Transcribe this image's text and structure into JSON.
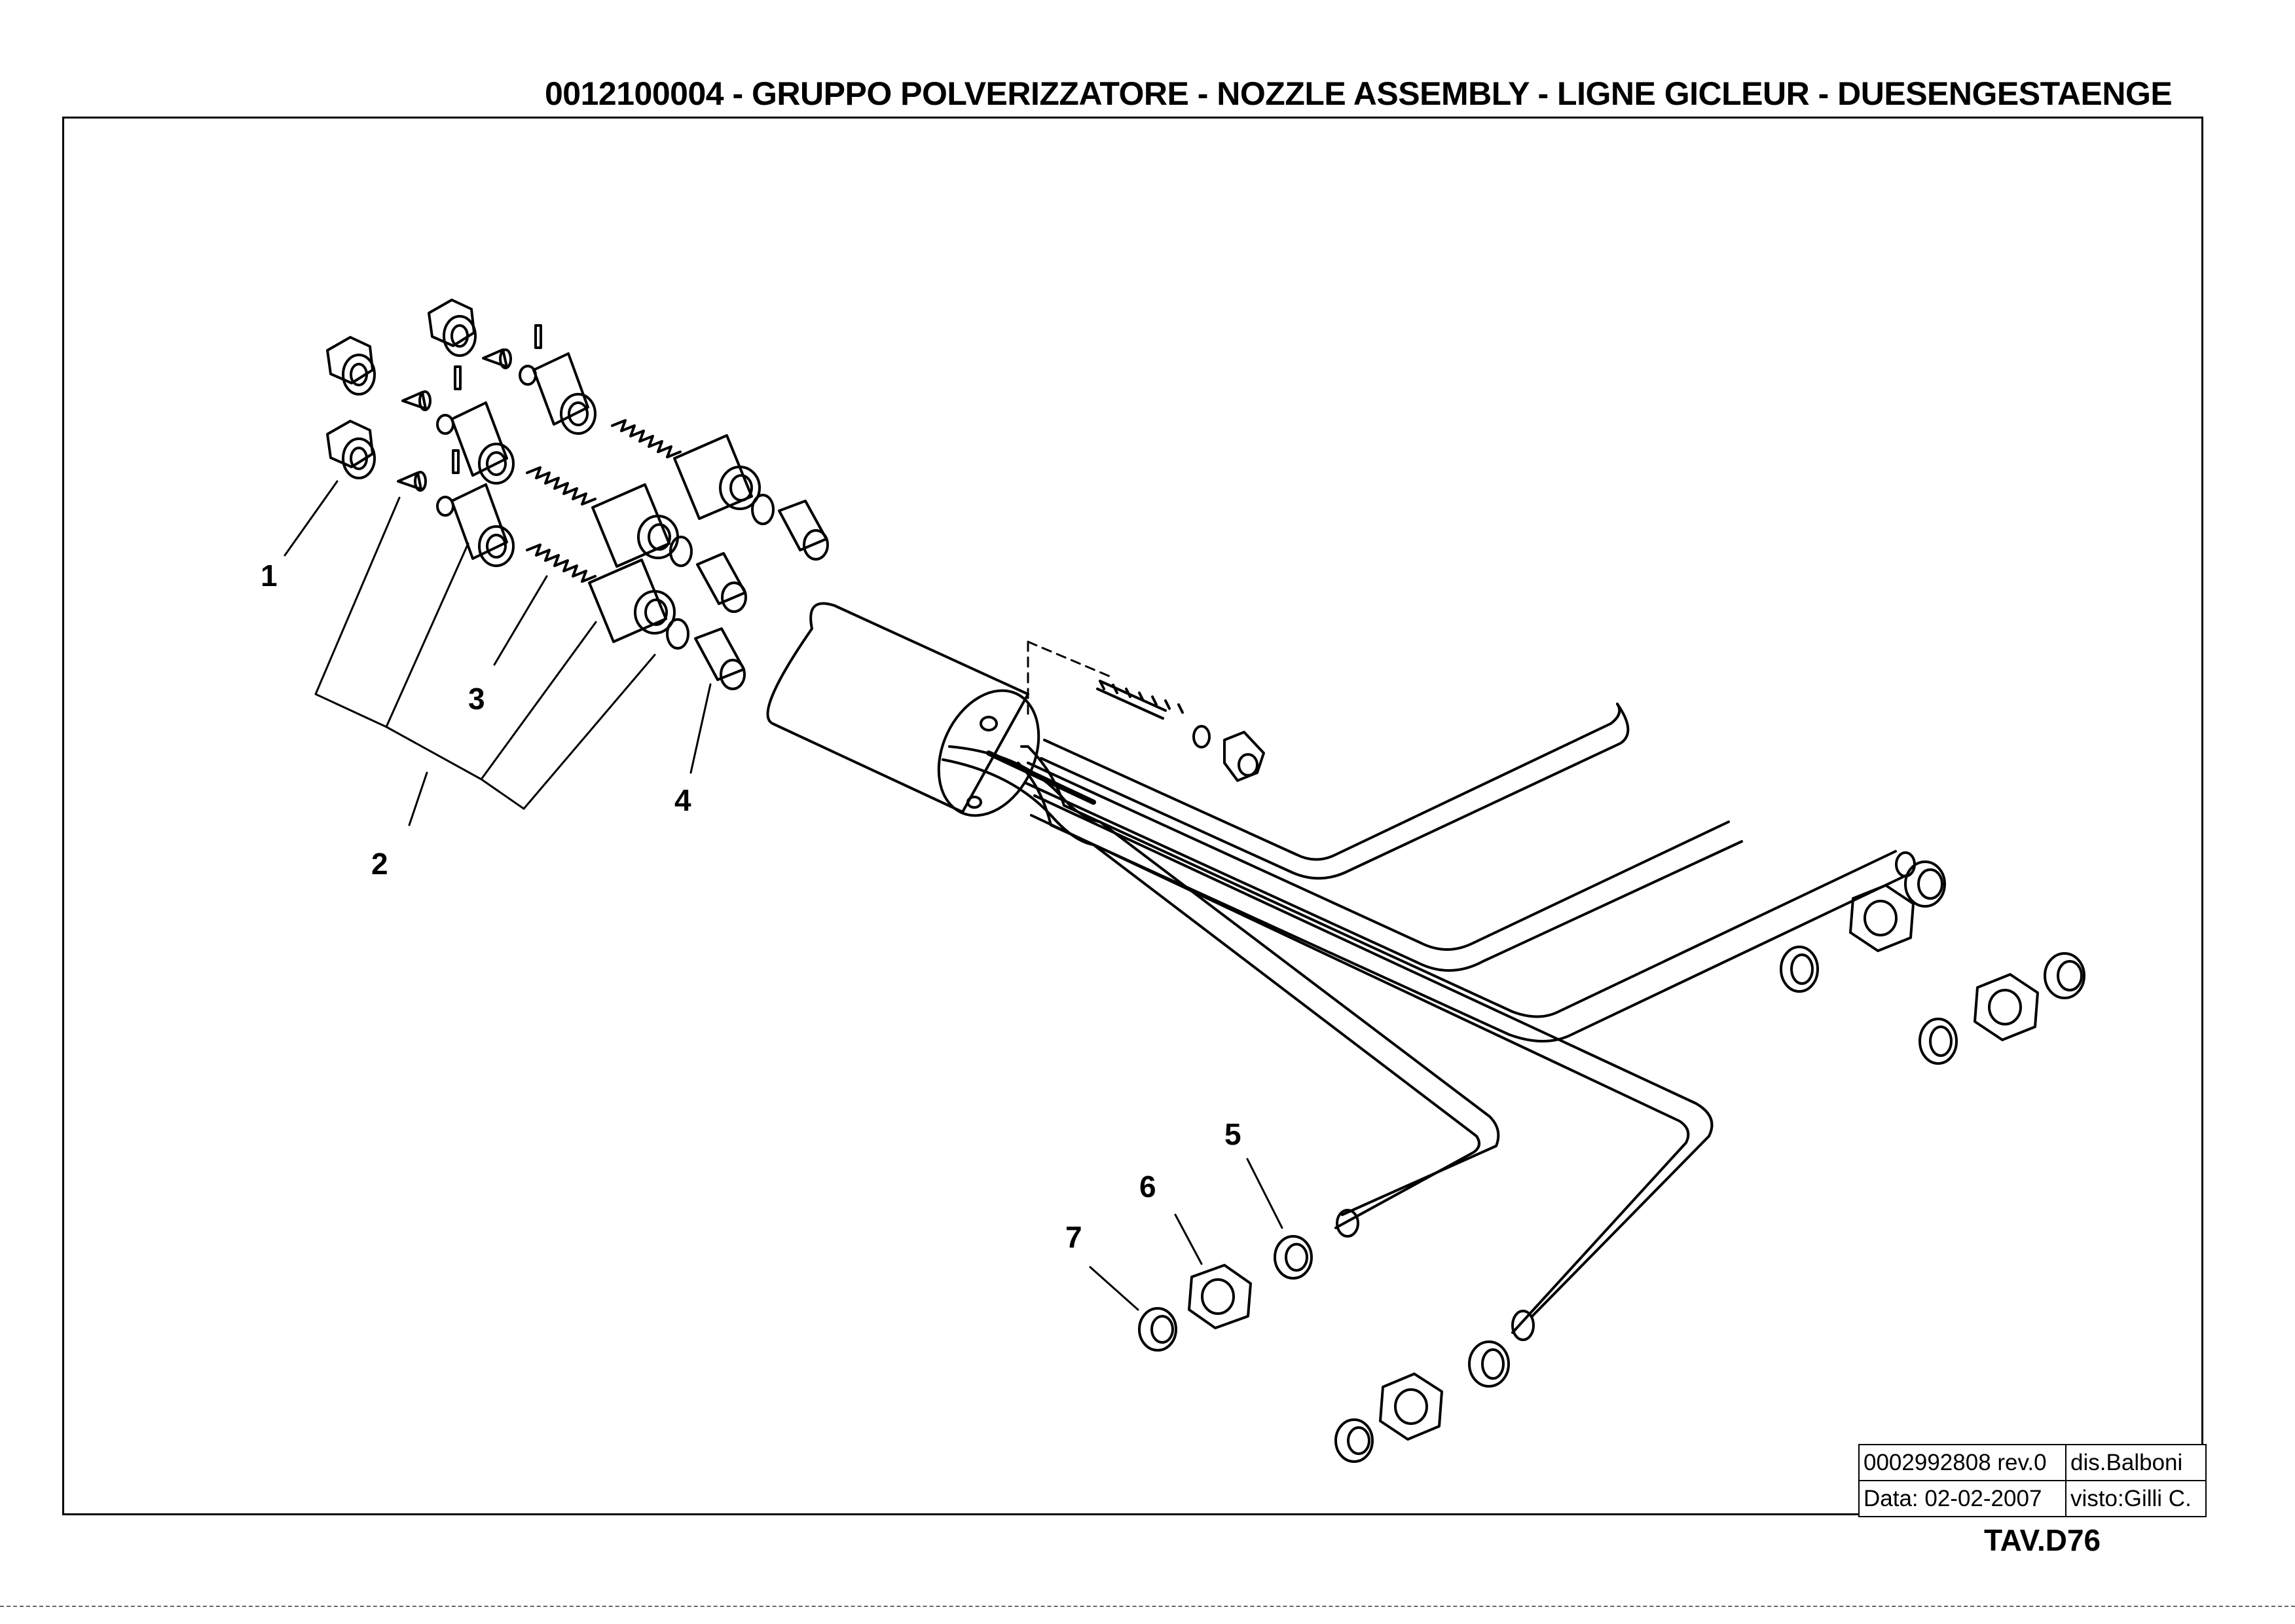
{
  "sheet": {
    "title": "0012100004 - GRUPPO  POLVERIZZATORE -  NOZZLE ASSEMBLY - LIGNE GICLEUR - DUESENGESTAENGE",
    "table_code": "TAV.D76"
  },
  "title_block": {
    "drawing_number": "0002992808 rev.0",
    "drawn_by": "dis.Balboni",
    "date": "Data:  02-02-2007",
    "checked_by": "visto:Gilli C."
  },
  "callouts": [
    {
      "id": "1",
      "label": "1"
    },
    {
      "id": "2",
      "label": "2"
    },
    {
      "id": "3",
      "label": "3"
    },
    {
      "id": "4",
      "label": "4"
    },
    {
      "id": "5",
      "label": "5"
    },
    {
      "id": "6",
      "label": "6"
    },
    {
      "id": "7",
      "label": "7"
    }
  ],
  "colors": {
    "line": "#000000",
    "paper": "#ffffff"
  }
}
